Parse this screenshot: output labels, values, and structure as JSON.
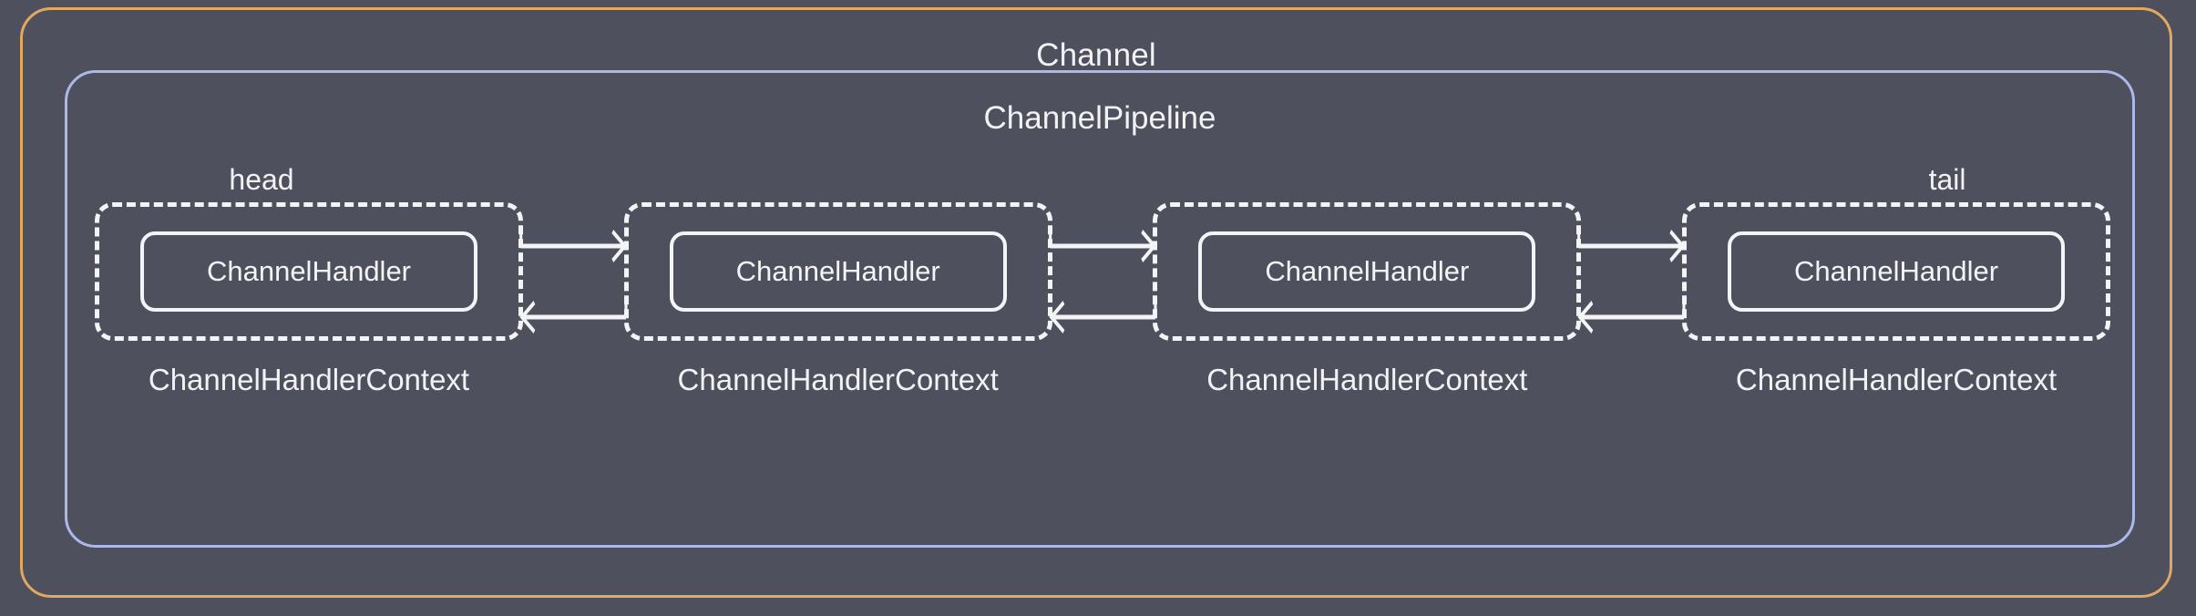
{
  "diagram": {
    "title": "Channel",
    "pipeline_title": "ChannelPipeline",
    "head_label": "head",
    "tail_label": "tail",
    "units": [
      {
        "anchor": "head",
        "handler": "ChannelHandler",
        "context": "ChannelHandlerContext"
      },
      {
        "anchor": "",
        "handler": "ChannelHandler",
        "context": "ChannelHandlerContext"
      },
      {
        "anchor": "",
        "handler": "ChannelHandler",
        "context": "ChannelHandlerContext"
      },
      {
        "anchor": "tail",
        "handler": "ChannelHandler",
        "context": "ChannelHandlerContext"
      }
    ],
    "connectors": [
      {
        "inbound_direction": "right",
        "outbound_direction": "left"
      },
      {
        "inbound_direction": "right",
        "outbound_direction": "left"
      },
      {
        "inbound_direction": "right",
        "outbound_direction": "left"
      }
    ],
    "colors": {
      "background": "#4e505d",
      "channel_border": "#e3a85f",
      "pipeline_border": "#aeb8e8",
      "stroke": "#f4f4f6",
      "text": "#f2f2f4"
    }
  }
}
